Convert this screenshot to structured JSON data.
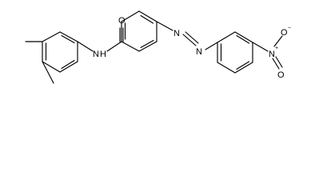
{
  "molecule": {
    "atoms": {
      "o_carbonyl": "O",
      "n_amide": "N",
      "h_amide": "H",
      "n_azo_1": "N",
      "n_azo_2": "N",
      "n_nitro": "N",
      "n_nitro_charge": "+",
      "o_nitro_1": "O",
      "o_nitro_1_charge": "−",
      "o_nitro_2": "O"
    },
    "colors": {
      "bond": "#000000",
      "label": "#000000",
      "background": "#ffffff"
    }
  }
}
